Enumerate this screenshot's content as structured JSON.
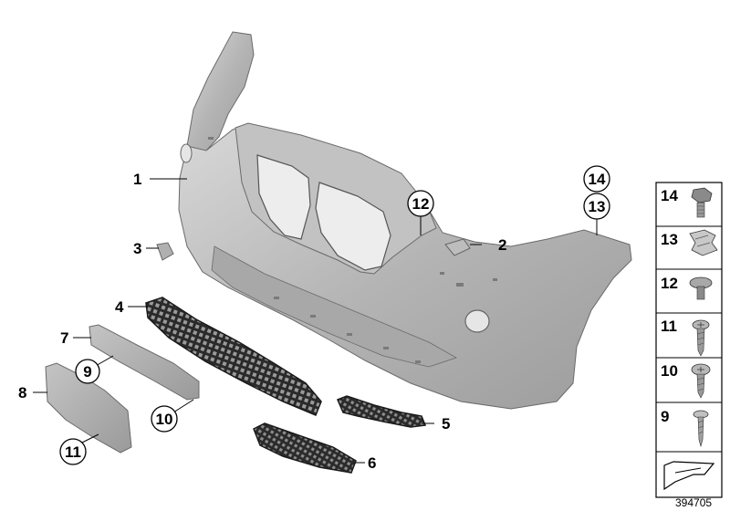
{
  "callouts": [
    {
      "id": "1",
      "circled": false
    },
    {
      "id": "2",
      "circled": false
    },
    {
      "id": "3",
      "circled": false
    },
    {
      "id": "4",
      "circled": false
    },
    {
      "id": "5",
      "circled": false
    },
    {
      "id": "6",
      "circled": false
    },
    {
      "id": "7",
      "circled": false
    },
    {
      "id": "8",
      "circled": false
    },
    {
      "id": "9",
      "circled": true
    },
    {
      "id": "10",
      "circled": true
    },
    {
      "id": "11",
      "circled": true
    },
    {
      "id": "12",
      "circled": true
    },
    {
      "id": "13",
      "circled": true
    },
    {
      "id": "14",
      "circled": true
    }
  ],
  "fastener_panel": {
    "items": [
      {
        "label": "14",
        "icon": "hex-bolt-icon"
      },
      {
        "label": "13",
        "icon": "clip-nut-icon"
      },
      {
        "label": "12",
        "icon": "expanding-rivet-icon"
      },
      {
        "label": "11",
        "icon": "torx-screw-icon"
      },
      {
        "label": "10",
        "icon": "torx-screw-icon"
      },
      {
        "label": "9",
        "icon": "self-tapping-screw-icon"
      }
    ],
    "footer_icon": "flat-arrow-icon"
  },
  "reference_number": "394705"
}
